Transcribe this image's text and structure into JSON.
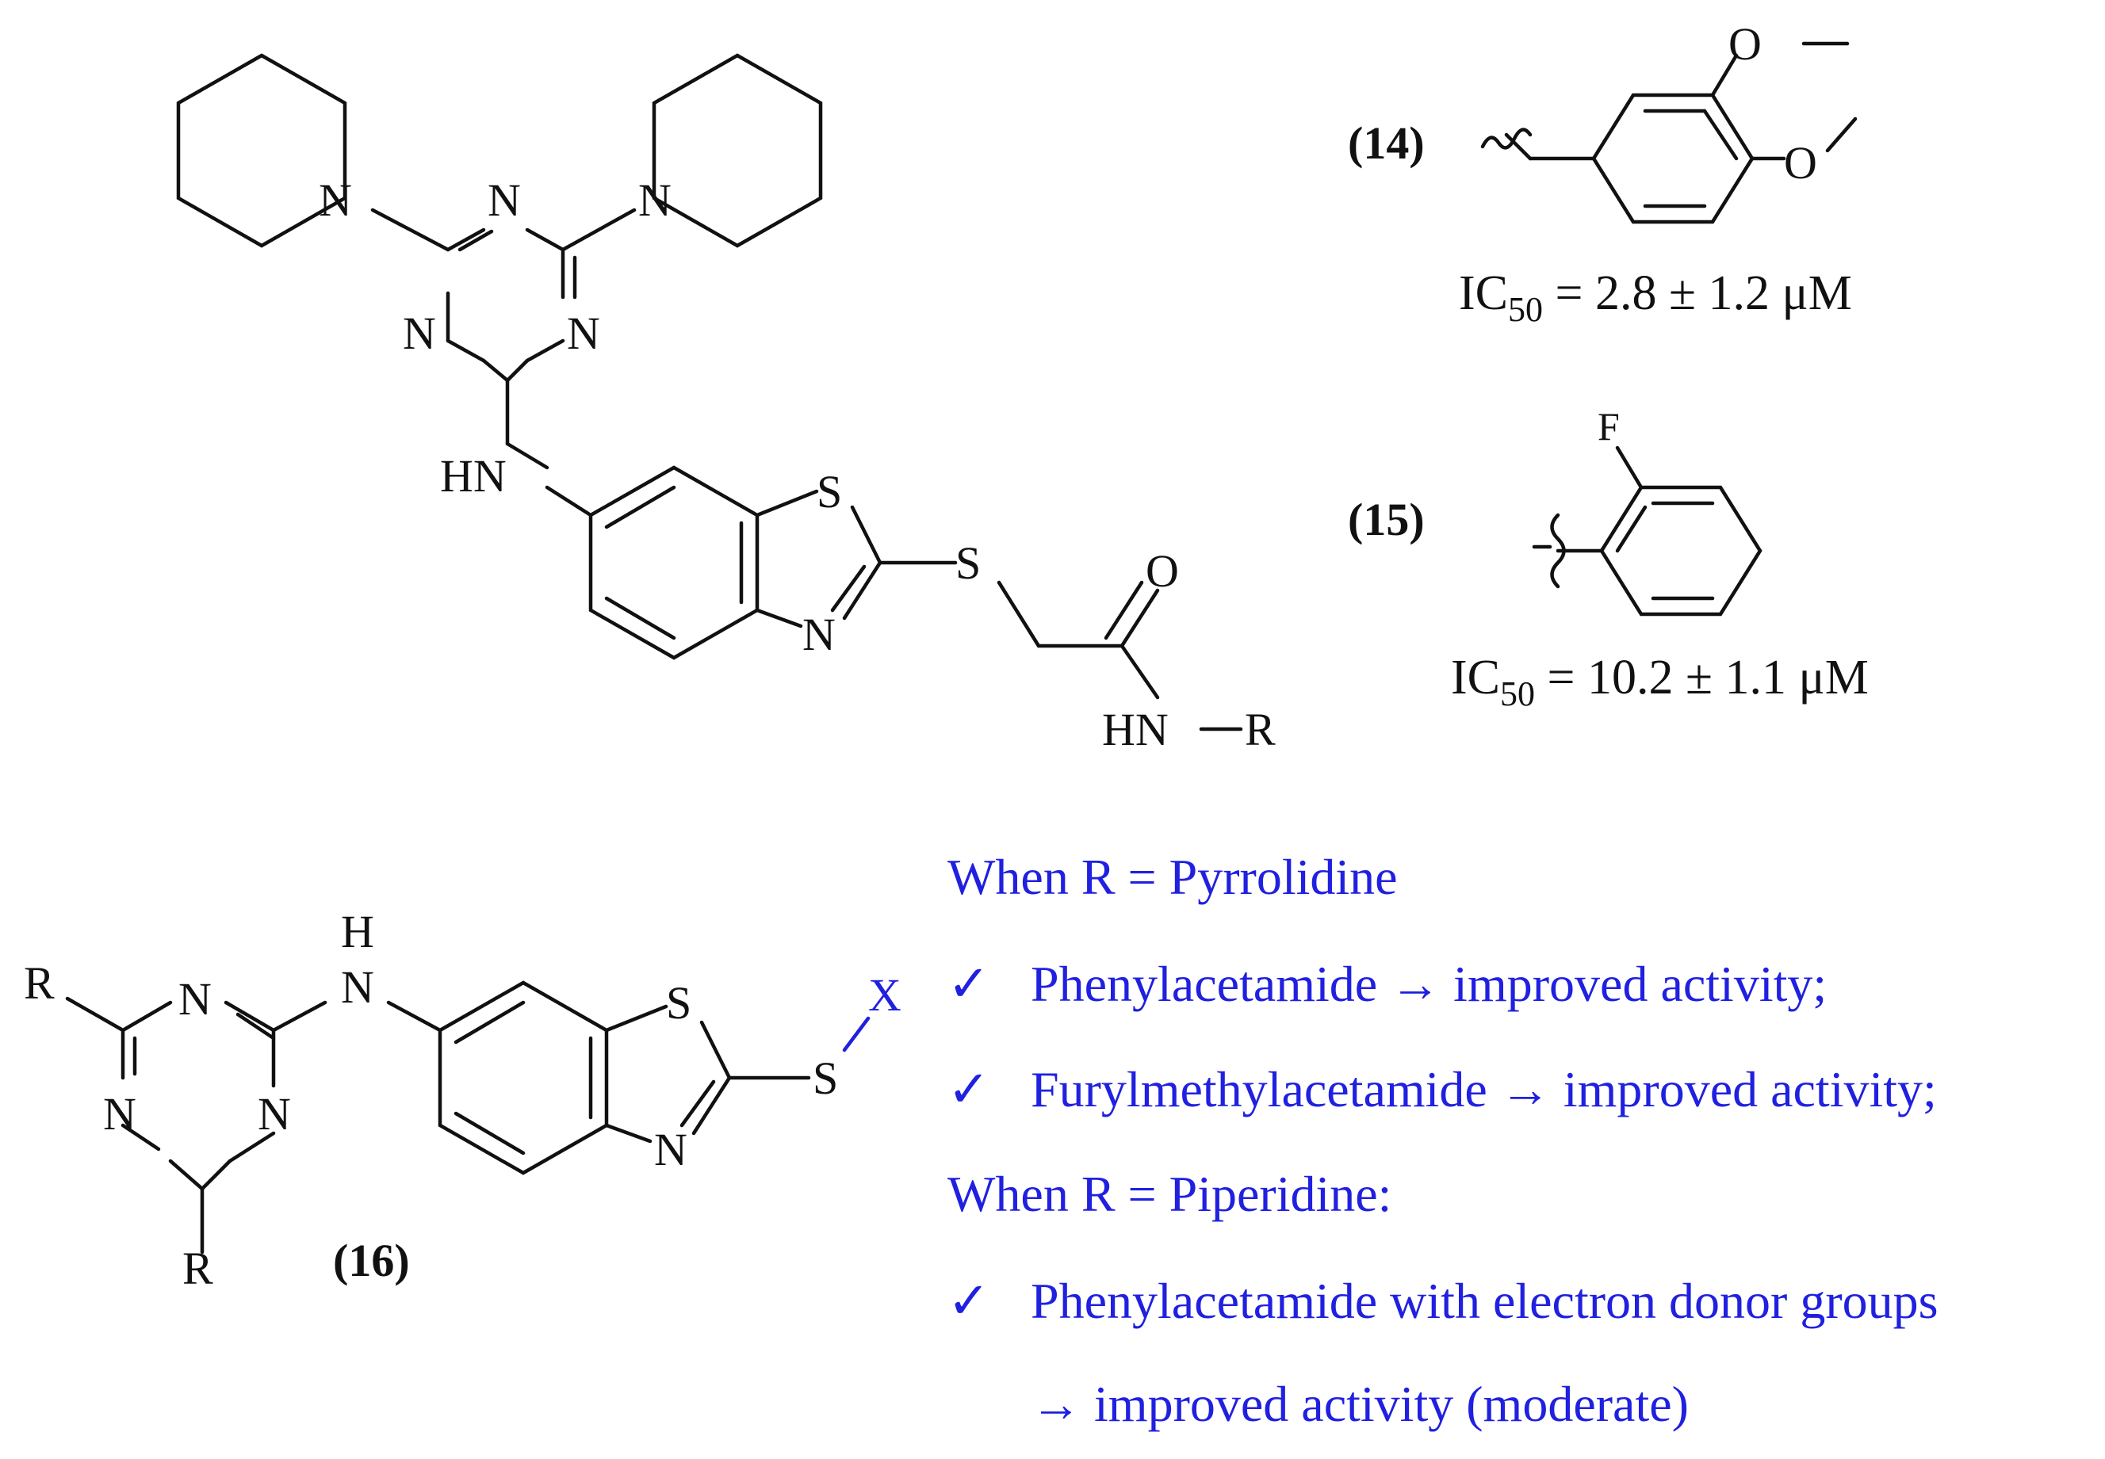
{
  "compounds": {
    "c14": {
      "label": "(14)",
      "ic50_prefix": "IC",
      "ic50_sub": "50",
      "ic50_value": " = 2.8 ± 1.2 μM"
    },
    "c15": {
      "label": "(15)",
      "ic50_prefix": "IC",
      "ic50_sub": "50",
      "ic50_value": " = 10.2 ± 1.1 μM",
      "substituent": "F"
    },
    "c16": {
      "label": "(16)"
    }
  },
  "atoms": {
    "N": "N",
    "S": "S",
    "O": "O",
    "HN": "HN",
    "R": "R",
    "X": "X",
    "H": "H",
    "HN_R": "HN",
    "dash_R": "R"
  },
  "notes": {
    "line1": "When R = Pyrrolidine",
    "line2": "Phenylacetamide  → improved activity;",
    "line3": "Furylmethylacetamide  → improved activity;",
    "line4": "When R = Piperidine:",
    "line5": "Phenylacetamide with electron donor groups",
    "line6": "→ improved activity (moderate)",
    "check": "✓"
  }
}
